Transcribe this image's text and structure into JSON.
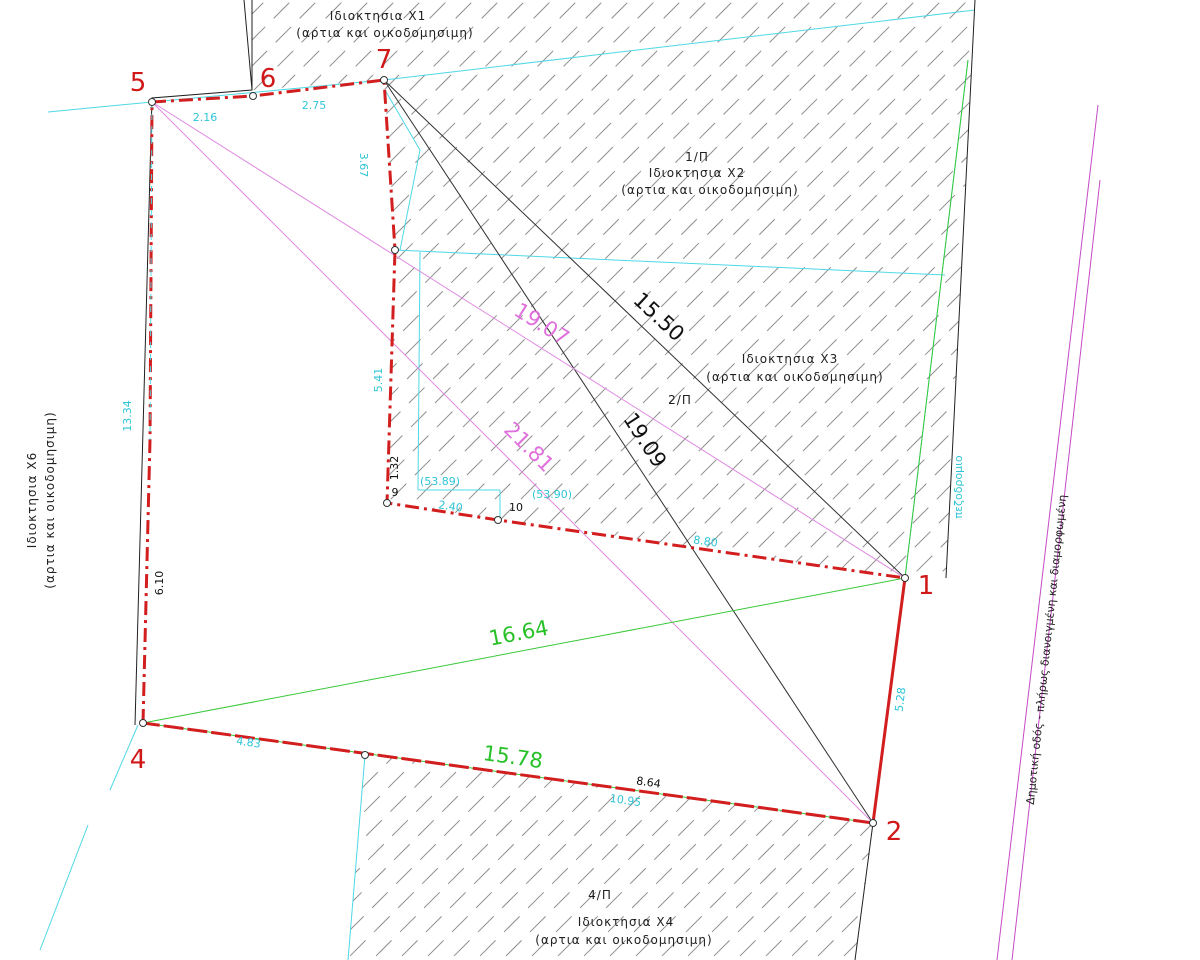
{
  "properties": {
    "x1_name": "Ιδιοκτησια Χ1",
    "x1_note": "(αρτια και οικοδομησιμη)",
    "x2_code": "1/Π",
    "x2_name": "Ιδιοκτησια Χ2",
    "x2_note": "(αρτια και οικοδομησιμη)",
    "x3_name": "Ιδιοκτησια Χ3",
    "x3_note": "(αρτια και οικοδομησιμη)",
    "x3_code": "2/Π",
    "x4_code": "4/Π",
    "x4_name": "Ιδιοκτησια Χ4",
    "x4_note": "(αρτια και οικοδομησιμη)",
    "x6_name": "Ιδιοκτησια Χ6",
    "x6_note": "(αρτια και οικοδομησιμη)"
  },
  "labels": {
    "sidewalk": "πεζοδρομιο",
    "road": "Δημοτική οδός - πλήρως διανοιγμένη και διαμορφωμένη"
  },
  "points": [
    "1",
    "2",
    "4",
    "5",
    "6",
    "7",
    "9",
    "10"
  ],
  "side_lengths": {
    "s5_6": "2.16",
    "s6_7": "2.75",
    "s7_8": "3.67",
    "s8_9": "5.41",
    "s9_h": "1.32",
    "s9_10": "2.40",
    "s10_1": "8.80",
    "s1_2": "5.28",
    "s2_a": "10.95",
    "s2_b": "8.64",
    "s4_a": "4.83",
    "s4_5": "13.34",
    "s_inner": "6.10"
  },
  "elevations": {
    "e9": "(53.89)",
    "e10": "(53.90)"
  },
  "diagonals": {
    "d7_1": "15.50",
    "d5_1": "19.07",
    "d7_2": "19.09",
    "d5_2": "21.81",
    "d4_1": "16.64",
    "d4_2": "15.78"
  },
  "colors": {
    "boundary": "#d21e1e",
    "cyan": "#4fd8e6",
    "magenta": "#e08be0",
    "green": "#38c838",
    "road": "#cc44cc"
  }
}
